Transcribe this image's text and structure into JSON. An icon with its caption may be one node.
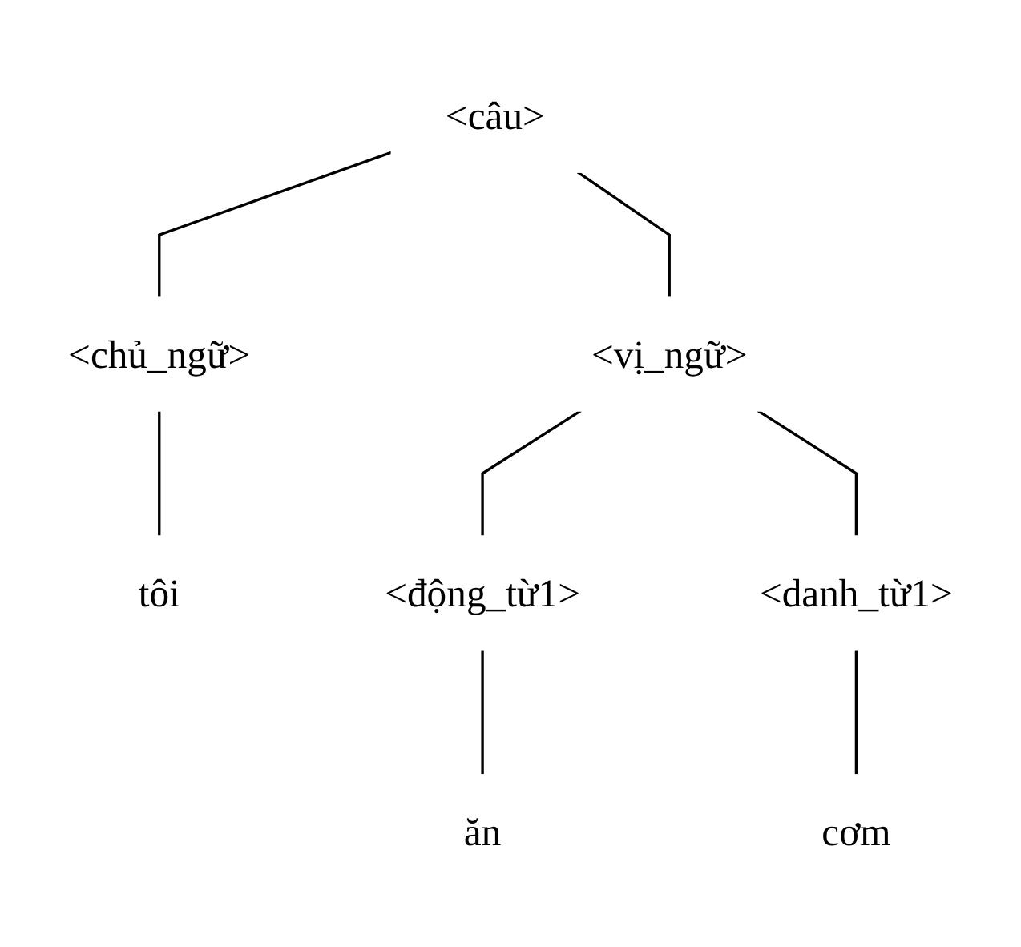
{
  "diagram": {
    "nodes": [
      {
        "text": [
          "<câu>"
        ]
      },
      {
        "text": [
          "<chủ_ngữ>"
        ]
      },
      {
        "text": [
          "<vị_ngữ>"
        ]
      },
      {
        "text": [
          "tôi"
        ]
      },
      {
        "text": [
          "<động_từ1>"
        ]
      },
      {
        "text": [
          "<danh_từ1>"
        ]
      },
      {
        "text": [
          "ăn"
        ]
      },
      {
        "text": [
          "cơm"
        ]
      }
    ],
    "edges": [
      {
        "from": 0,
        "to": 1,
        "arrow": "none"
      },
      {
        "from": 0,
        "to": 2,
        "arrow": "none"
      },
      {
        "from": 1,
        "to": 3,
        "arrow": "none"
      },
      {
        "from": 2,
        "to": 4,
        "arrow": "none"
      },
      {
        "from": 2,
        "to": 5,
        "arrow": "none"
      },
      {
        "from": 4,
        "to": 6,
        "arrow": "none"
      },
      {
        "from": 5,
        "to": 7,
        "arrow": "none"
      }
    ]
  }
}
